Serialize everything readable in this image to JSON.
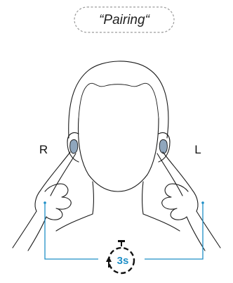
{
  "bubble": {
    "text": "“Pairing“"
  },
  "labels": {
    "right": "R",
    "left": "L"
  },
  "timer": {
    "text": "3s",
    "icon": "stopwatch-icon"
  },
  "colors": {
    "accent": "#1f8fc7",
    "earbud": "#8fa6bd",
    "ink": "#1a1a1a",
    "bubble_border": "#9a9a9a"
  }
}
